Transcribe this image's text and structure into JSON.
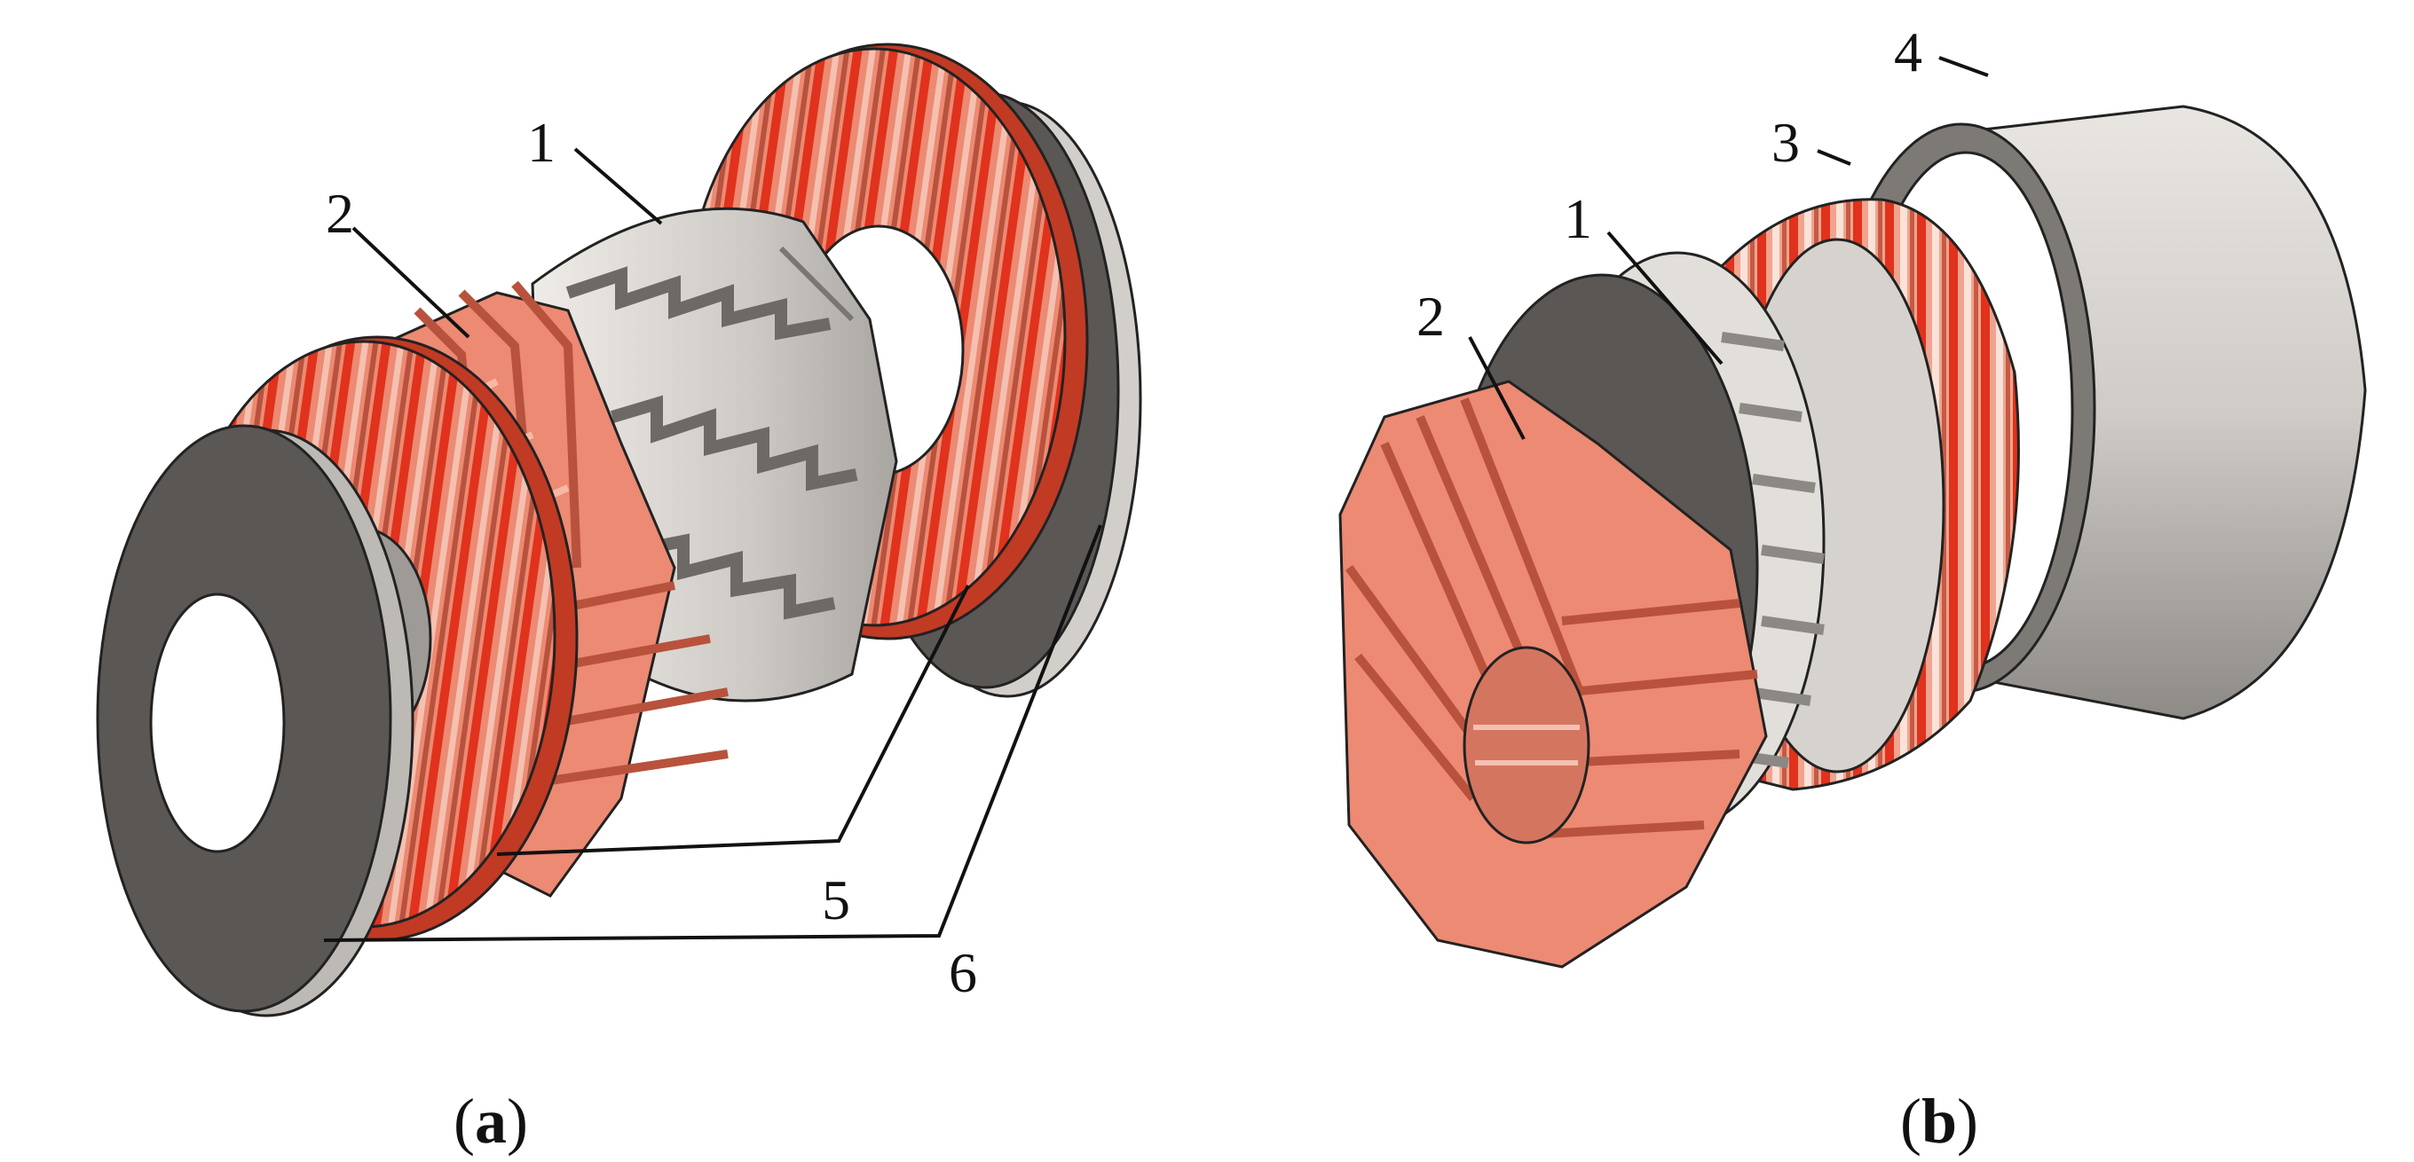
{
  "panels": [
    {
      "id": "a",
      "caption_open": "(",
      "caption_letter": "a",
      "caption_close": ")",
      "callouts": [
        "1",
        "2",
        "5",
        "6"
      ]
    },
    {
      "id": "b",
      "caption_open": "(",
      "caption_letter": "b",
      "caption_close": ")",
      "callouts": [
        "1",
        "2",
        "3",
        "4"
      ]
    }
  ],
  "colors": {
    "copper": "#ec8a73",
    "copper_dark": "#b8523d",
    "red_segment": "#e0321c",
    "steel_light": "#d6d3cf",
    "steel_mid": "#9e9a96",
    "dark_plate": "#5b5754",
    "background": "#ffffff"
  }
}
